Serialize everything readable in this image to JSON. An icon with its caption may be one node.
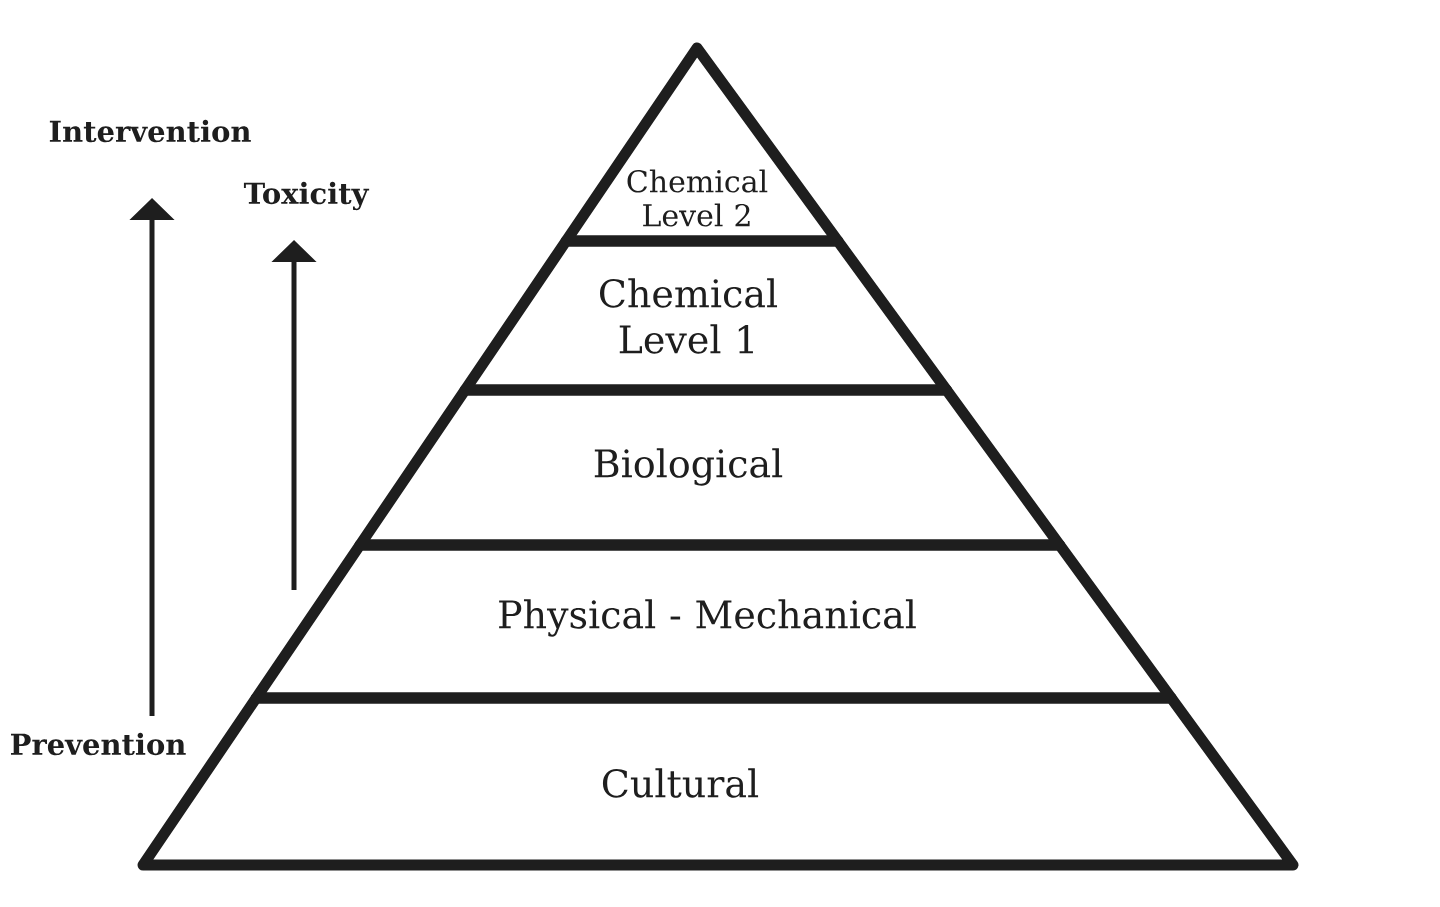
{
  "diagram": {
    "nodes": [
      {
        "text": [
          "Chemical Level 2"
        ]
      },
      {
        "text": [
          "Chemical Level 1"
        ]
      },
      {
        "text": [
          "Biological"
        ]
      },
      {
        "text": [
          "Physical - Mechanical"
        ]
      },
      {
        "text": [
          "Cultural"
        ]
      }
    ],
    "labels": [
      "Intervention",
      "Toxicity",
      "Prevention"
    ]
  }
}
